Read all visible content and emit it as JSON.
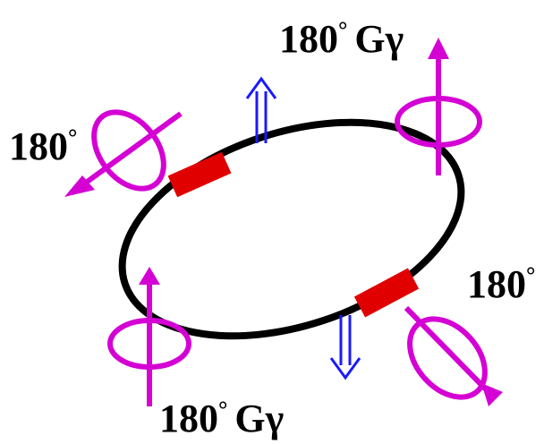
{
  "colors": {
    "ring": "#000000",
    "snake": "#e00000",
    "rotator": "#d400d4",
    "spin_arrow": "#1a1aff",
    "background": "#ffffff"
  },
  "labels": {
    "top_right": {
      "angle": "180",
      "degree": "°",
      "suffix": "Gγ"
    },
    "left": {
      "angle": "180",
      "degree": "°",
      "suffix": ""
    },
    "right": {
      "angle": "180",
      "degree": "°",
      "suffix": ""
    },
    "bottom": {
      "angle": "180",
      "degree": "°",
      "suffix": "Gγ"
    }
  },
  "elements": {
    "ring": "ring",
    "snakes": [
      "snake-upper-left",
      "snake-lower-right"
    ],
    "rotators": [
      "rotator-left",
      "rotator-top-right",
      "rotator-bottom-left",
      "rotator-bottom-right"
    ],
    "spin_arrows": [
      "spin-up-arrow",
      "spin-down-arrow"
    ]
  }
}
